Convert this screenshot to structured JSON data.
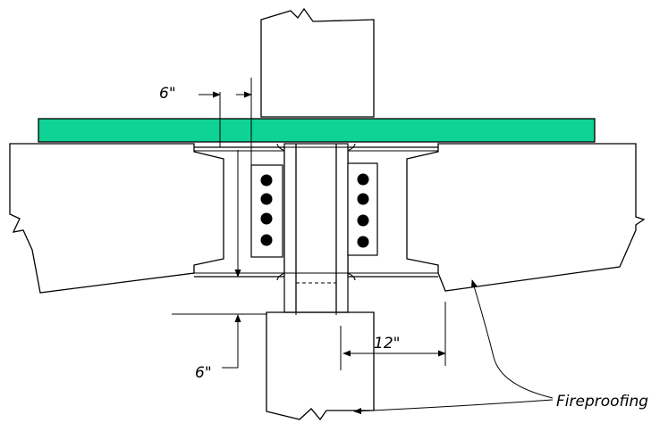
{
  "labels": {
    "top_offset": "6\"",
    "bottom_offset": "6\"",
    "side_offset": "12\"",
    "material": "Fireproofing"
  },
  "colors": {
    "fireproofing": "#d7f4e8",
    "speckle": "#1aa57a",
    "slab": "#0fd394",
    "line": "#000000"
  },
  "icons": {
    "bolt": "filled-circle",
    "arrow": "filled-triangle-arrowhead",
    "break": "zigzag-break-line"
  }
}
